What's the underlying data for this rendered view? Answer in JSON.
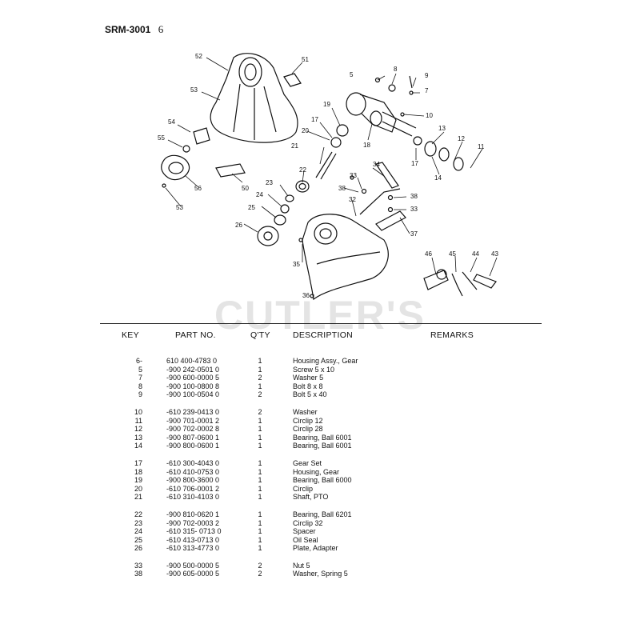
{
  "header": {
    "model": "SRM-3001",
    "page": "6"
  },
  "watermark": "CUTLER'S",
  "diagram_callouts": [
    "52",
    "51",
    "53",
    "54",
    "55",
    "56",
    "53",
    "50",
    "5",
    "8",
    "9",
    "7",
    "10",
    "19",
    "17",
    "20",
    "18",
    "21",
    "22",
    "23",
    "24",
    "25",
    "26",
    "13",
    "12",
    "11",
    "14",
    "17",
    "33",
    "34",
    "38",
    "38",
    "33",
    "32",
    "37",
    "35",
    "36",
    "46",
    "45",
    "44",
    "43"
  ],
  "table": {
    "headers": {
      "key": "KEY",
      "part": "PART NO.",
      "qty": "Q'TY",
      "desc": "DESCRIPTION",
      "remarks": "REMARKS"
    },
    "groups": [
      [
        {
          "key": "6-",
          "part": "610 400-4783 0",
          "qty": "1",
          "desc": "Housing Assy., Gear"
        },
        {
          "key": "5",
          "part": "-900 242-0501 0",
          "qty": "1",
          "desc": "Screw 5 x 10"
        },
        {
          "key": "7",
          "part": "-900 600-0000 5",
          "qty": "2",
          "desc": "Washer 5"
        },
        {
          "key": "8",
          "part": "-900 100-0800 8",
          "qty": "1",
          "desc": "Bolt 8 x  8"
        },
        {
          "key": "9",
          "part": "-900 100-0504 0",
          "qty": "2",
          "desc": "Bolt 5 x 40"
        }
      ],
      [
        {
          "key": "10",
          "part": "-610 239-0413 0",
          "qty": "2",
          "desc": "Washer"
        },
        {
          "key": "11",
          "part": "-900 701-0001 2",
          "qty": "1",
          "desc": "Circlip 12"
        },
        {
          "key": "12",
          "part": "-900 702-0002 8",
          "qty": "1",
          "desc": "Circlip 28"
        },
        {
          "key": "13",
          "part": "-900 807-0600 1",
          "qty": "1",
          "desc": "Bearing, Ball 6001"
        },
        {
          "key": "14",
          "part": "-900 800-0600 1",
          "qty": "1",
          "desc": "Bearing, Ball 6001"
        }
      ],
      [
        {
          "key": "17",
          "part": "-610 300-4043 0",
          "qty": "1",
          "desc": "Gear Set"
        },
        {
          "key": "18",
          "part": "-610 410-0753 0",
          "qty": "1",
          "desc": "Housing, Gear"
        },
        {
          "key": "19",
          "part": "-900 800-3600 0",
          "qty": "1",
          "desc": "Bearing, Ball 6000"
        },
        {
          "key": "20",
          "part": "-610 706-0001 2",
          "qty": "1",
          "desc": "Circlip"
        },
        {
          "key": "21",
          "part": "-610 310-4103 0",
          "qty": "1",
          "desc": "Shaft, PTO"
        }
      ],
      [
        {
          "key": "22",
          "part": "-900 810-0620 1",
          "qty": "1",
          "desc": "Bearing, Ball 6201"
        },
        {
          "key": "23",
          "part": "-900 702-0003 2",
          "qty": "1",
          "desc": "Circlip 32"
        },
        {
          "key": "24",
          "part": "-610 315- 0713 0",
          "qty": "1",
          "desc": "Spacer"
        },
        {
          "key": "25",
          "part": "-610 413-0713 0",
          "qty": "1",
          "desc": "Oil Seal"
        },
        {
          "key": "26",
          "part": "-610 313-4773 0",
          "qty": "1",
          "desc": "Plate, Adapter"
        }
      ],
      [
        {
          "key": "33",
          "part": "-900 500-0000 5",
          "qty": "2",
          "desc": "Nut 5"
        },
        {
          "key": "38",
          "part": "-900 605-0000 5",
          "qty": "2",
          "desc": "Washer, Spring 5"
        }
      ]
    ]
  }
}
